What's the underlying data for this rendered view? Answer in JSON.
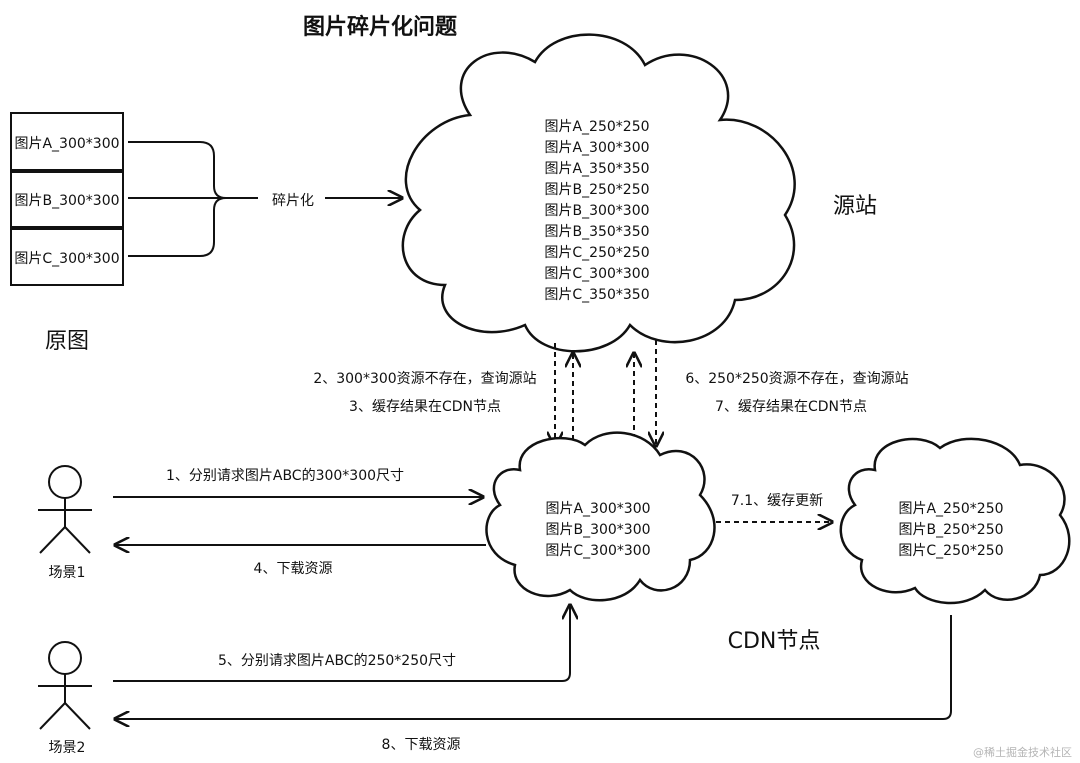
{
  "title": "图片碎片化问题",
  "original_label": "原图",
  "origin_label": "源站",
  "cdn_label": "CDN节点",
  "fragment_label": "碎片化",
  "original_images": [
    "图片A_300*300",
    "图片B_300*300",
    "图片C_300*300"
  ],
  "origin_items": [
    "图片A_250*250",
    "图片A_300*300",
    "图片A_350*350",
    "图片B_250*250",
    "图片B_300*300",
    "图片B_350*350",
    "图片C_250*250",
    "图片C_300*300",
    "图片C_350*350"
  ],
  "cdn_items_1": [
    "图片A_300*300",
    "图片B_300*300",
    "图片C_300*300"
  ],
  "cdn_items_2": [
    "图片A_250*250",
    "图片B_250*250",
    "图片C_250*250"
  ],
  "steps": {
    "s1": "1、分别请求图片ABC的300*300尺寸",
    "s2": "2、300*300资源不存在，查询源站",
    "s3": "3、缓存结果在CDN节点",
    "s4": "4、下载资源",
    "s5": "5、分别请求图片ABC的250*250尺寸",
    "s6": "6、250*250资源不存在，查询源站",
    "s7": "7、缓存结果在CDN节点",
    "s71": "7.1、缓存更新",
    "s8": "8、下载资源"
  },
  "actors": {
    "scene1": "场景1",
    "scene2": "场景2"
  },
  "watermark": "@稀土掘金技术社区"
}
